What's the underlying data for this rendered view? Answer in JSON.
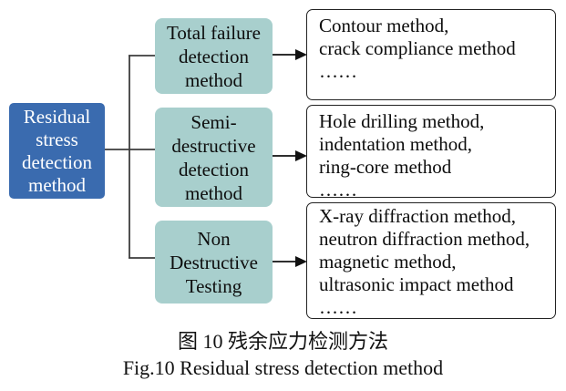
{
  "colors": {
    "root_box_bg": "#3a6baf",
    "root_box_text": "#ffffff",
    "category_box_bg": "#a8cfcd",
    "methods_box_border": "#222222",
    "connector_line": "#3c3c3c",
    "arrow": "#111111"
  },
  "diagram": {
    "root": {
      "label": "Residual\nstress\ndetection\nmethod"
    },
    "branches": [
      {
        "category": "Total failure\ndetection\nmethod",
        "methods": "Contour method,\ncrack compliance method\n……"
      },
      {
        "category": "Semi-\ndestructive\ndetection\nmethod",
        "methods": "Hole drilling method,\nindentation method,\nring-core method\n……"
      },
      {
        "category": "Non\nDestructive\nTesting",
        "methods": "X-ray diffraction method,\nneutron diffraction method,\nmagnetic method,\nultrasonic impact method\n……"
      }
    ]
  },
  "caption": {
    "zh": "图 10 残余应力检测方法",
    "en": "Fig.10 Residual stress detection method"
  }
}
